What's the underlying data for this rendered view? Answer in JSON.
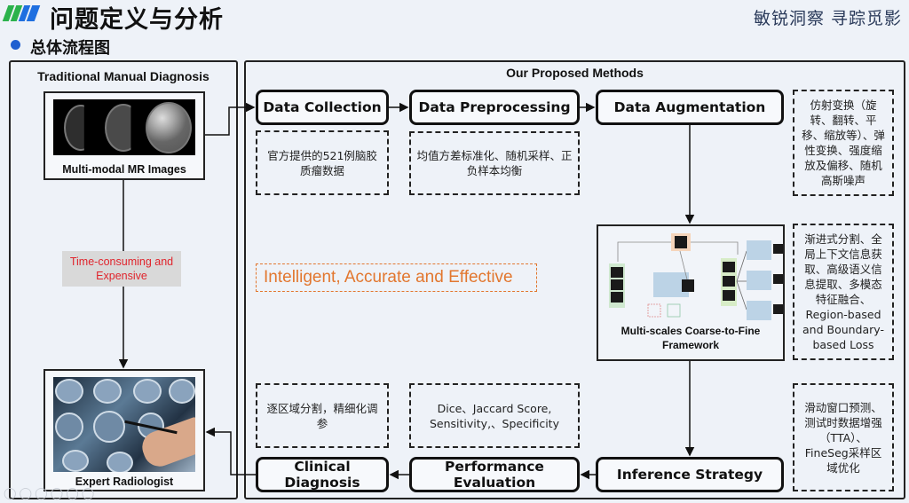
{
  "header": {
    "title": "问题定义与分析",
    "brand": "敏锐洞察 寻踪觅影",
    "subtitle": "总体流程图",
    "logo_colors": [
      "#2bb24c",
      "#2bb24c",
      "#1f6fe0",
      "#1f6fe0"
    ]
  },
  "left_panel": {
    "title": "Traditional Manual Diagnosis",
    "mr_images_caption": "Multi-modal MR Images",
    "warning": "Time-consuming and Expensive",
    "radiologist_caption": "Expert Radiologist"
  },
  "right_panel": {
    "title": "Our Proposed Methods",
    "slogan": "Intelligent, Accurate and Effective",
    "steps": {
      "data_collection": "Data Collection",
      "data_preprocessing": "Data Preprocessing",
      "data_augmentation": "Data Augmentation",
      "inference_strategy": "Inference Strategy",
      "performance_evaluation": "Performance Evaluation",
      "clinical_diagnosis": "Clinical Diagnosis"
    },
    "notes": {
      "data_collection": "官方提供的521例脑胶质瘤数据",
      "data_preprocessing": "均值方差标准化、随机采样、正负样本均衡",
      "data_augmentation": "仿射变换（旋转、翻转、平移、缩放等）、弹性变换、强度缩放及偏移、随机高斯噪声",
      "framework": "渐进式分割、全局上下文信息获取、高级语义信息提取、多模态特征融合、Region-based and Boundary-based Loss",
      "inference_strategy": "滑动窗口预测、测试时数据增强（TTA）、FineSeg采样区域优化",
      "performance_evaluation": "Dice、Jaccard Score, Sensitivity,、Specificity",
      "clinical_diagnosis": "逐区域分割，精细化调参"
    },
    "framework_caption": "Multi-scales Coarse-to-Fine Framework"
  },
  "colors": {
    "warning_text": "#e0242c",
    "slogan": "#e2772f",
    "bullet": "#1f5fd0"
  }
}
